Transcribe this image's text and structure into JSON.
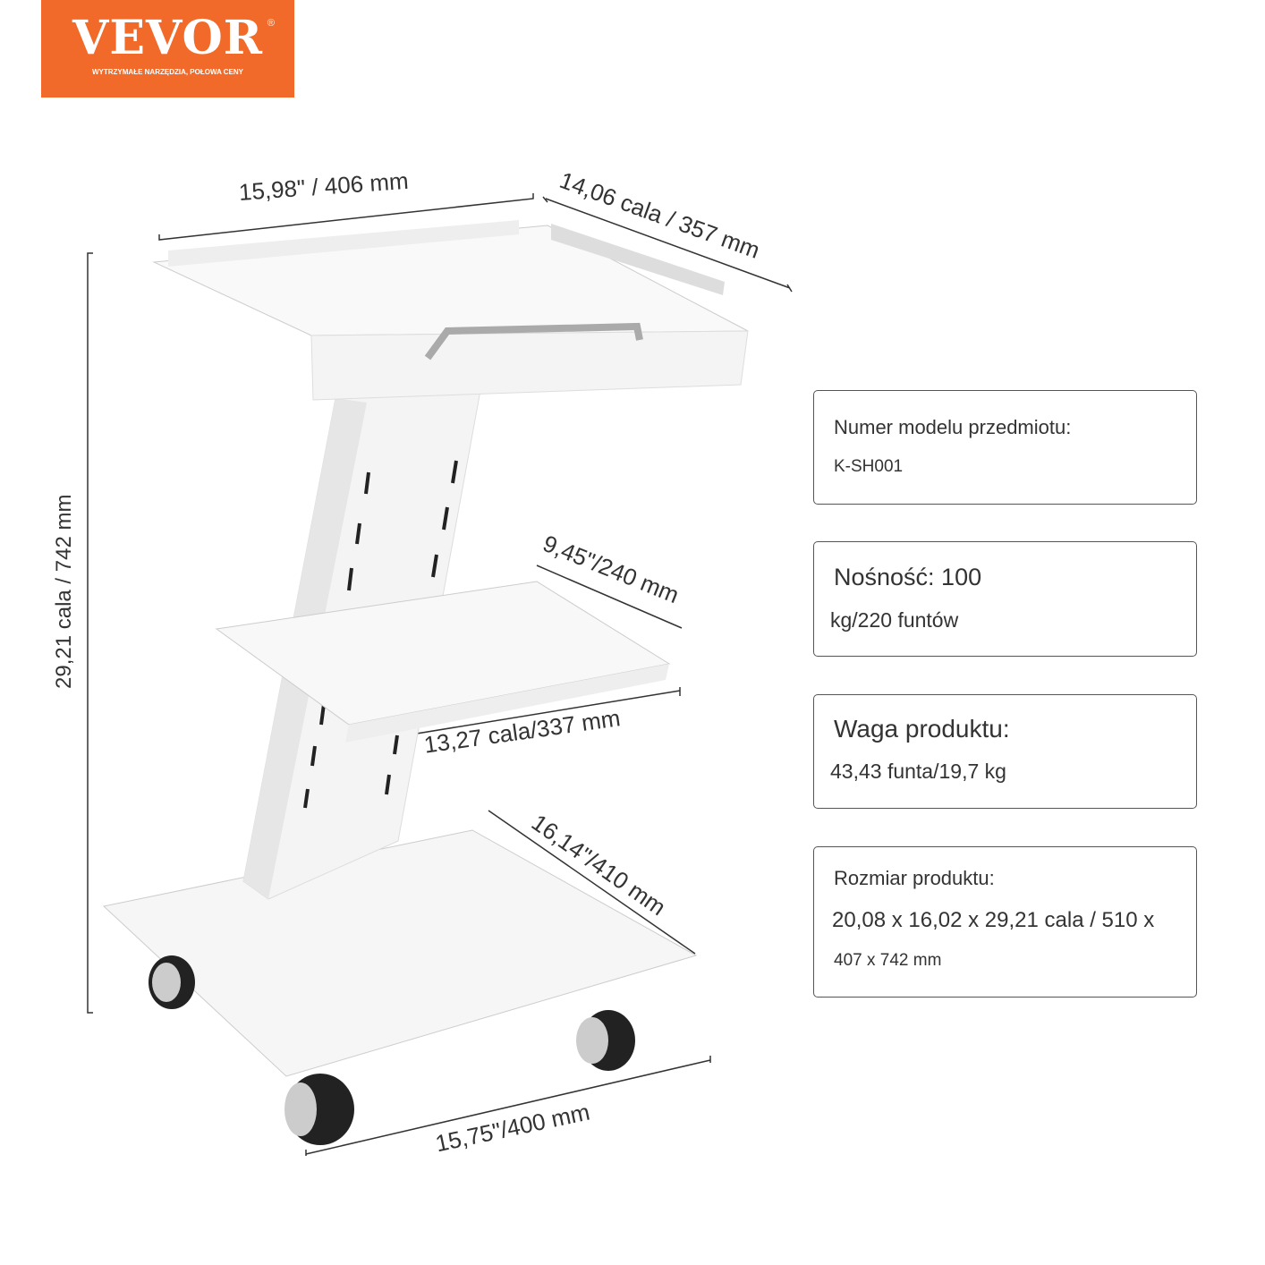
{
  "logo": {
    "brand": "VEVOR",
    "registered": "®",
    "tagline": "WYTRZYMAŁE NARZĘDZIA, POŁOWA CENY"
  },
  "dimensions": {
    "top_width": "15,98\" / 406 mm",
    "top_depth": "14,06 cala / 357 mm",
    "height": "29,21 cala / 742 mm",
    "middle_depth": "9,45\"/240 mm",
    "middle_width": "13,27 cala/337 mm",
    "base_depth": "16,14\"/410 mm",
    "base_width": "15,75\"/400 mm"
  },
  "specs": [
    {
      "label": "Numer modelu przedmiotu:",
      "value": "K-SH001"
    },
    {
      "label": "Nośność: 100",
      "value": "kg/220 funtów"
    },
    {
      "label": "Waga produktu:",
      "value": "43,43 funta/19,7 kg"
    },
    {
      "label": "Rozmiar produktu:",
      "value": "20,08 x 16,02 x 29,21 cala / 510 x",
      "value2": "407 x 742 mm"
    }
  ]
}
